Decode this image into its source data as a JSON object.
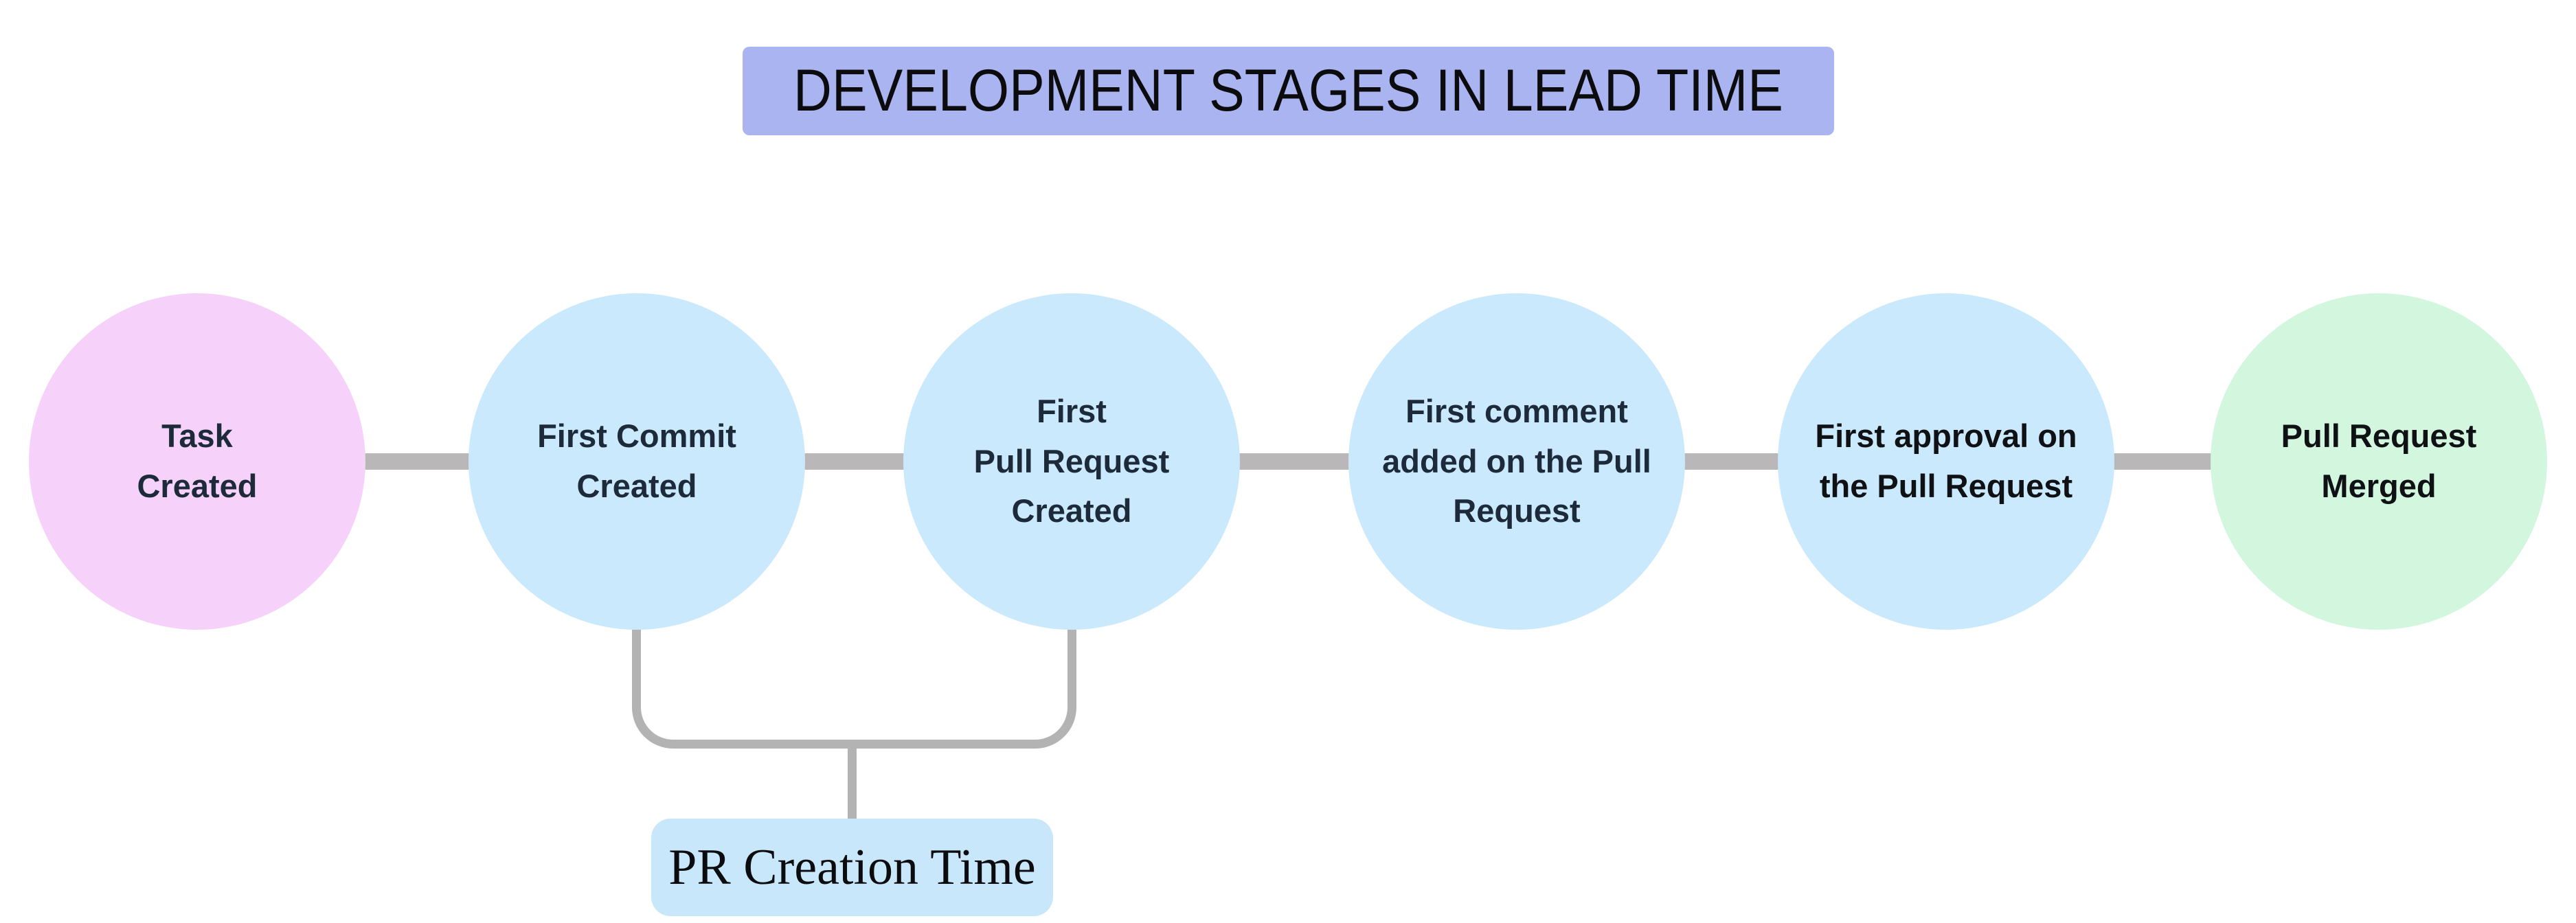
{
  "title": "DEVELOPMENT STAGES IN LEAD TIME",
  "stages": [
    {
      "label": "Task\nCreated",
      "color": "#f6d2fb",
      "text_color": "#1d2a3a"
    },
    {
      "label": "First Commit\nCreated",
      "color": "#cbe9fd",
      "text_color": "#1d2a3a"
    },
    {
      "label": "First\nPull Request\nCreated",
      "color": "#cbe9fd",
      "text_color": "#1d2a3a"
    },
    {
      "label": "First comment\nadded on the Pull\nRequest",
      "color": "#cbe9fd",
      "text_color": "#1d2a3a"
    },
    {
      "label": "First approval on\nthe Pull Request",
      "color": "#cbe9fd",
      "text_color": "#101114"
    },
    {
      "label": "Pull Request\nMerged",
      "color": "#d2f7de",
      "text_color": "#101114"
    }
  ],
  "annotation": {
    "label": "PR Creation Time",
    "color": "#c8e7fb",
    "spans_stages": [
      1,
      2
    ]
  },
  "colors": {
    "title_bg": "#aab4f0",
    "connector": "#b9b7b7",
    "bracket": "#b3b3b3",
    "background": "#ffffff"
  }
}
